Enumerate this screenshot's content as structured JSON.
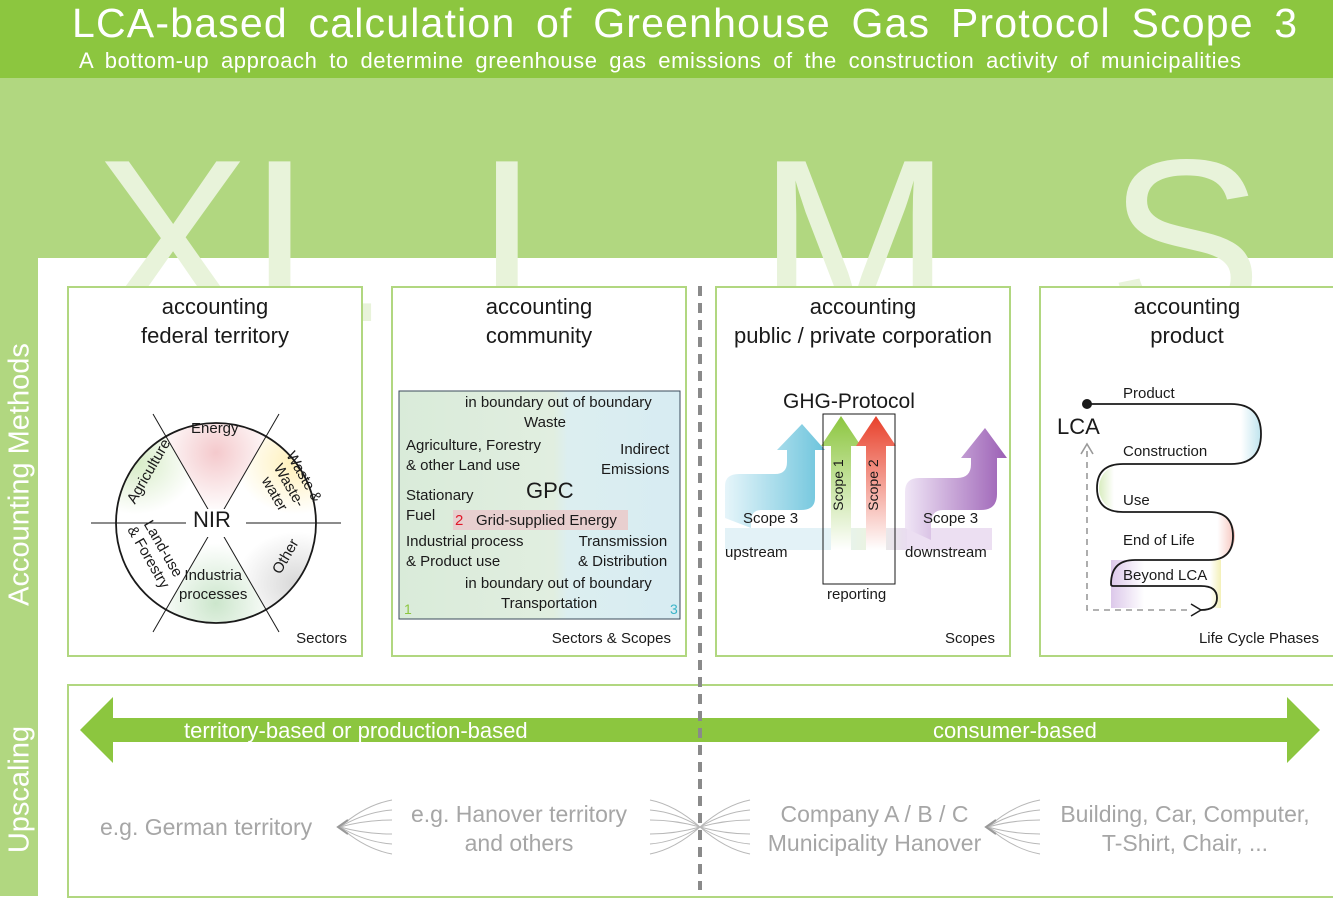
{
  "header": {
    "title": "LCA-based calculation of Greenhouse Gas Protocol Scope 3",
    "subtitle": "A bottom-up approach to determine greenhouse gas emissions of the construction activity of municipalities"
  },
  "scales": [
    "XL",
    "L",
    "M",
    "S"
  ],
  "side_labels": {
    "methods": "Accounting Methods",
    "upscaling": "Upscaling"
  },
  "panels": [
    {
      "title_line1": "accounting",
      "title_line2": "federal territory",
      "footer": "Sectors",
      "center": "NIR",
      "sectors": [
        "Energy",
        "Waste &",
        "Waste-",
        "water",
        "Other",
        "Industria",
        "processes",
        "Land-use",
        "& Forestry",
        "Agriculture"
      ]
    },
    {
      "title_line1": "accounting",
      "title_line2": "community",
      "footer": "Sectors & Scopes",
      "center": "GPC",
      "in_out_top": "in boundary out of boundary",
      "waste": "Waste",
      "agri1": "Agriculture, Forestry",
      "agri2": "& other Land use",
      "indirect1": "Indirect",
      "indirect2": "Emissions",
      "stationary1": "Stationary",
      "stationary2": "Fuel",
      "grid_num": "2",
      "grid": "Grid-supplied Energy",
      "industrial1": "Industrial process",
      "industrial2": "& Product use",
      "trans1": "Transmission",
      "trans2": "& Distribution",
      "in_out_bottom": "in boundary out of boundary",
      "transport": "Transportation",
      "num1": "1",
      "num3": "3"
    },
    {
      "title_line1": "accounting",
      "title_line2": "public / private corporation",
      "footer": "Scopes",
      "center": "GHG-Protocol",
      "scope3_left": "Scope 3",
      "scope1": "Scope 1",
      "scope2": "Scope 2",
      "scope3_right": "Scope 3",
      "upstream": "upstream",
      "downstream": "downstream",
      "reporting": "reporting"
    },
    {
      "title_line1": "accounting",
      "title_line2": "product",
      "footer": "Life Cycle Phases",
      "lca": "LCA",
      "phases": [
        "Product",
        "Construction",
        "Use",
        "End of Life",
        "Beyond LCA"
      ]
    }
  ],
  "upscaling": {
    "left_label": "territory-based or production-based",
    "right_label": "consumer-based",
    "examples": [
      {
        "line1": "e.g. German territory",
        "line2": ""
      },
      {
        "line1": "e.g. Hanover territory",
        "line2": "and others"
      },
      {
        "line1": "Company A / B / C",
        "line2": "Municipality Hanover"
      },
      {
        "line1": "Building, Car, Computer,",
        "line2": "T-Shirt, Chair, ..."
      }
    ]
  },
  "colors": {
    "header_green": "#8cc63f",
    "light_green": "#b1d780",
    "scope1": "#8cc63f",
    "scope2": "#e8402a",
    "scope3_up": "#6cc4dc",
    "scope3_down": "#9b5fb5",
    "upscale_text": "#a6a6a6"
  }
}
